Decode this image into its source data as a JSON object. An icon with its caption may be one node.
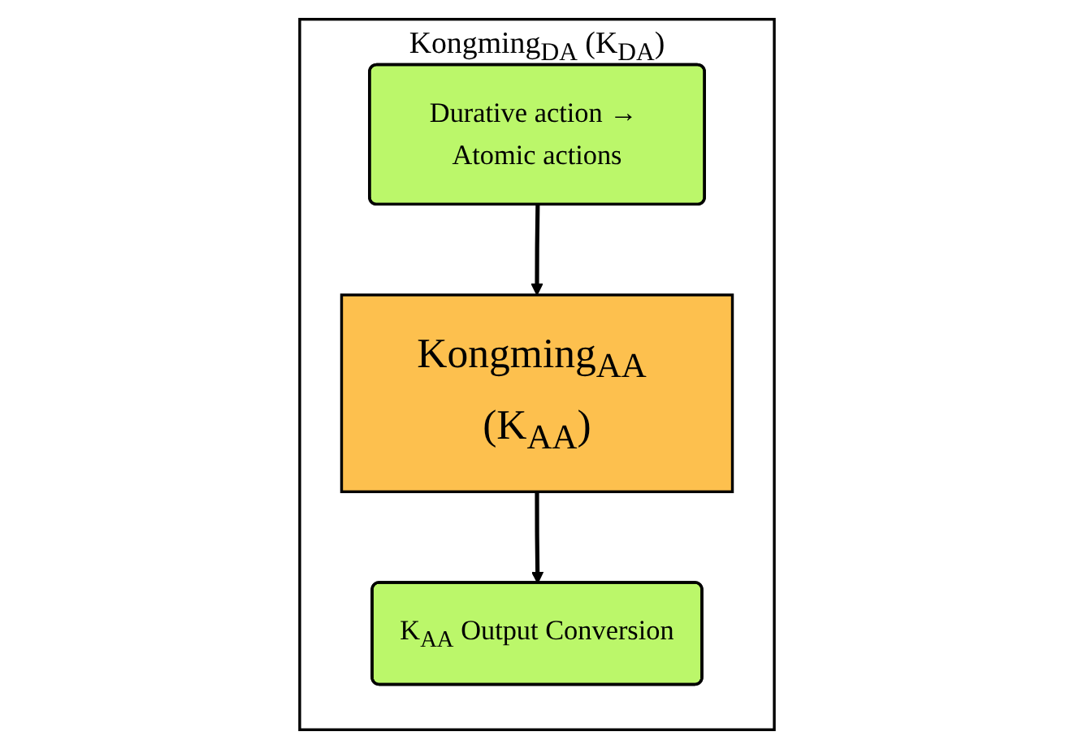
{
  "diagram": {
    "nodes": [
      {
        "text": [
          "Kongming$_{DA}$ (K$_{DA}$)"
        ]
      },
      {
        "text": [
          "Durative action → Atomic actions"
        ],
        "in": 0
      },
      {
        "text": [
          "Kongming$_{AA}$ (K$_{AA}$)"
        ],
        "in": 0
      },
      {
        "text": [
          "K$_{AA}$ Output Conversion"
        ],
        "in": 0
      }
    ],
    "edges": [
      {
        "from": 1,
        "to": 2,
        "arrow": "to"
      },
      {
        "from": 2,
        "to": 3,
        "arrow": "to"
      }
    ]
  }
}
